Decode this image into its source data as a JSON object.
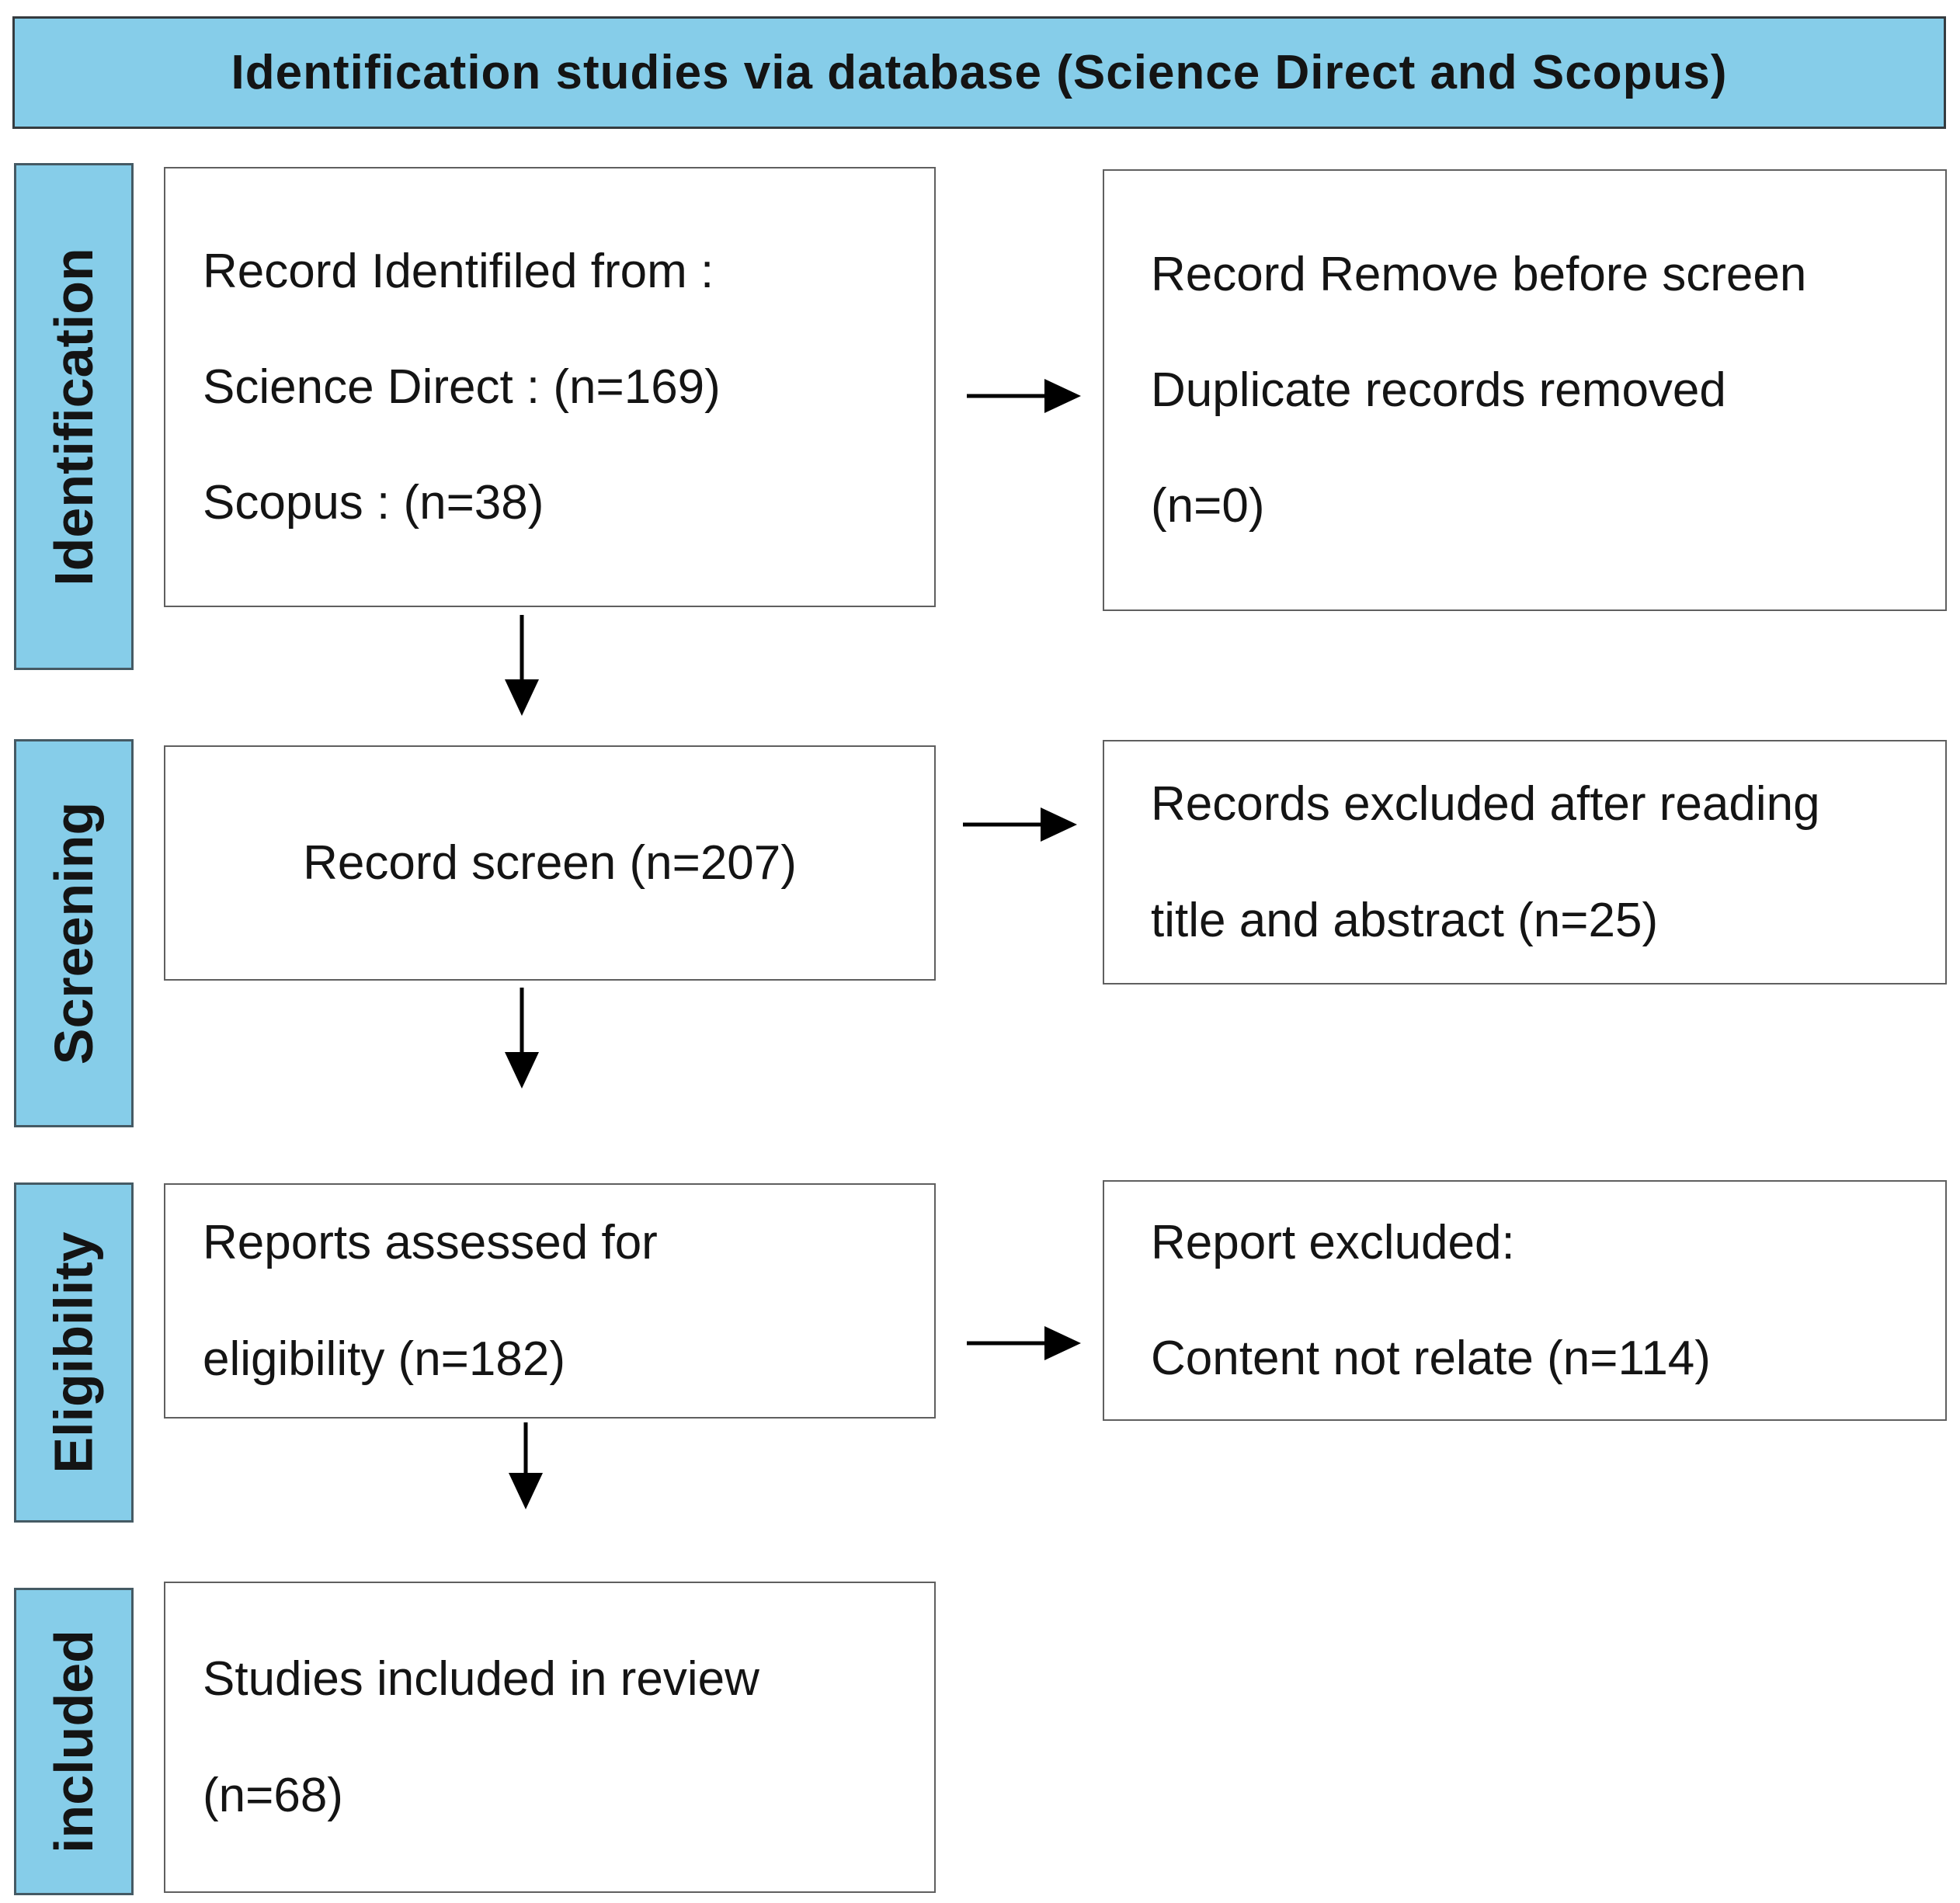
{
  "header": {
    "title": "Identification studies via database (Science Direct and Scopus)"
  },
  "stages": [
    {
      "id": "identification",
      "label": "Identification"
    },
    {
      "id": "screening",
      "label": "Screening"
    },
    {
      "id": "eligibility",
      "label": "Eligibility"
    },
    {
      "id": "included",
      "label": "included"
    }
  ],
  "boxes": {
    "records_identified": {
      "lines": [
        "Record Identifiled from :",
        "Science Direct : (n=169)",
        "Scopus : (n=38)"
      ]
    },
    "records_removed": {
      "lines": [
        "Record Remove before screen",
        "Duplicate records removed",
        "(n=0)"
      ]
    },
    "records_screened": {
      "lines": [
        "Record screen (n=207)"
      ]
    },
    "records_excluded_reading": {
      "lines": [
        "Records excluded after reading",
        "title and abstract  (n=25)"
      ]
    },
    "reports_assessed": {
      "lines": [
        "Reports assessed for",
        "eligibility (n=182)"
      ]
    },
    "reports_excluded": {
      "lines": [
        "Report excluded:",
        "Content not relate (n=114)"
      ]
    },
    "studies_included": {
      "lines": [
        "Studies included in review",
        "(n=68)"
      ]
    }
  },
  "counts": {
    "science_direct": 169,
    "scopus": 38,
    "duplicates_removed": 0,
    "records_screened": 207,
    "excluded_title_abstract": 25,
    "reports_assessed": 182,
    "excluded_content_not_relate": 114,
    "studies_included": 68
  },
  "colors": {
    "accent_blue": "#86CDE9",
    "header_border": "#353B3F",
    "label_border": "#455A64",
    "box_border": "#5F5F5F",
    "arrow": "#000000",
    "text": "#141414"
  }
}
